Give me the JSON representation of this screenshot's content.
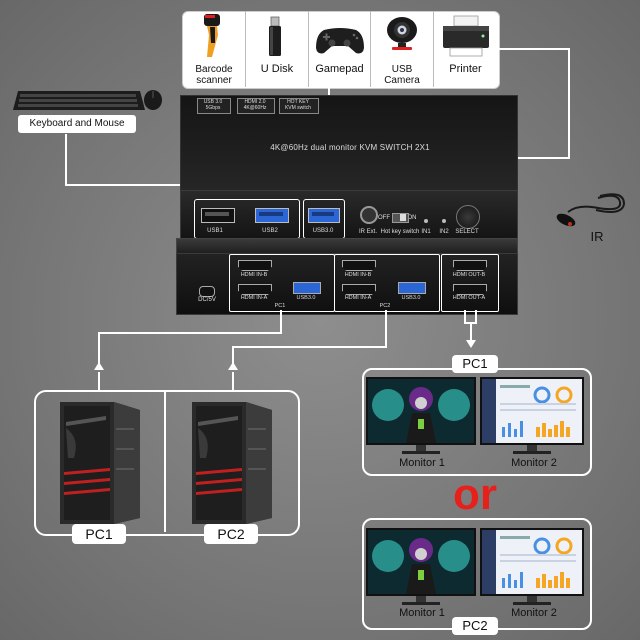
{
  "peripherals": {
    "barcode": "Barcode\nscanner",
    "udisk": "U Disk",
    "gamepad": "Gamepad",
    "camera": "USB\nCamera",
    "printer": "Printer"
  },
  "keyboard_label": "Keyboard and Mouse",
  "top_box": {
    "title": "4K@60Hz dual monitor KVM SWITCH 2X1",
    "badges": [
      {
        "top": "USB 3.0",
        "bottom": "5Gbps"
      },
      {
        "top": "HDMI 2.0",
        "bottom": "4K@60Hz"
      },
      {
        "top": "HOT KEY",
        "bottom": "KVM switch"
      }
    ],
    "ports": {
      "usb1": "USB1",
      "usb2": "USB2",
      "usb3": "USB3.0",
      "ir_ext": "IR Ext.",
      "hotkey": "Hot key switch",
      "off": "OFF",
      "on": "ON",
      "in1": "IN1",
      "in2": "IN2",
      "select": "SELECT"
    }
  },
  "ir_label": "IR",
  "back_box": {
    "dc": "DC/5V",
    "pc1_hdmi_b": "HDMI IN-B",
    "pc1_hdmi_a": "HDMI IN-A",
    "pc1_usb": "USB3.0",
    "pc1": "PC1",
    "pc2_hdmi_b": "HDMI IN-B",
    "pc2_hdmi_a": "HDMI IN-A",
    "pc2_usb": "USB3.0",
    "pc2": "PC2",
    "out_b": "HDMI OUT-B",
    "out_a": "HDMI OUT-A"
  },
  "computers": {
    "pc1": "PC1",
    "pc2": "PC2"
  },
  "monitor_group_1": {
    "label": "PC1",
    "m1": "Monitor 1",
    "m2": "Monitor 2"
  },
  "or_text": "or",
  "monitor_group_2": {
    "label": "PC2",
    "m1": "Monitor 1",
    "m2": "Monitor 2"
  },
  "colors": {
    "accent_red": "#e8201c",
    "usb_blue": "#2a66d6",
    "background": "#7a7a7a"
  }
}
